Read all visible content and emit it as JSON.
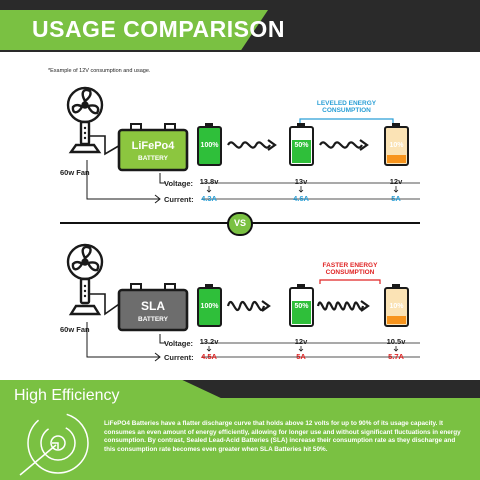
{
  "header": {
    "title": "USAGE COMPARISON"
  },
  "footnote": "*Example of 12V consumption and usage.",
  "colors": {
    "brand_green": "#7ac142",
    "dark": "#2a2a2a",
    "blue": "#2a9fd6",
    "red": "#e02424",
    "lithium_battery": "#8cc63f",
    "sla_battery": "#6d6d6d",
    "cell_low": "#f7941d"
  },
  "vs_label": "VS",
  "top": {
    "load_label": "60w Fan",
    "battery_name": "LiFePo4",
    "battery_sub": "BATTERY",
    "energy_label": "LEVELED ENERGY CONSUMPTION",
    "cells": [
      "100%",
      "50%",
      "10%"
    ],
    "voltage_label": "Voltage:",
    "current_label": "Current:",
    "voltages": [
      "13.8v",
      "13v",
      "12v"
    ],
    "currents": [
      "4.3A",
      "4.6A",
      "5A"
    ]
  },
  "bottom": {
    "load_label": "60w Fan",
    "battery_name": "SLA",
    "battery_sub": "BATTERY",
    "energy_label": "FASTER ENERGY CONSUMPTION",
    "cells": [
      "100%",
      "50%",
      "10%"
    ],
    "voltage_label": "Voltage:",
    "current_label": "Current:",
    "voltages": [
      "13.2v",
      "12v",
      "10.5v"
    ],
    "currents": [
      "4.5A",
      "5A",
      "5.7A"
    ]
  },
  "footer": {
    "title": "High Efficiency",
    "icon": "target-arrow-icon",
    "body": "LiFePO4 Batteries have a flatter discharge curve that holds above 12 volts for up to 90% of its usage capacity. It consumes an even amount of energy efficiently, allowing for longer use and without significant fluctuations in energy consumption. By contrast, Sealed Lead-Acid Batteries (SLA) increase their consumption rate as they discharge and this consumption rate becomes even greater when SLA Batteries hit 50%."
  }
}
